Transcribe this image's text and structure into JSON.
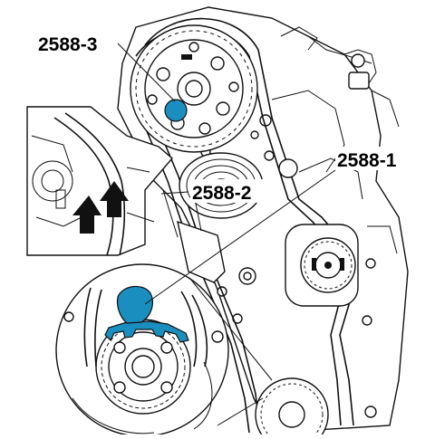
{
  "labels": {
    "tool_top": "2588-3",
    "tool_right": "2588-1",
    "tool_middle": "2588-2"
  },
  "colors": {
    "tool_highlight": "#1a8fbf",
    "linework": "#111111",
    "background": "#ffffff"
  },
  "icons": {
    "arrow_pair": "up-arrow-icon"
  }
}
